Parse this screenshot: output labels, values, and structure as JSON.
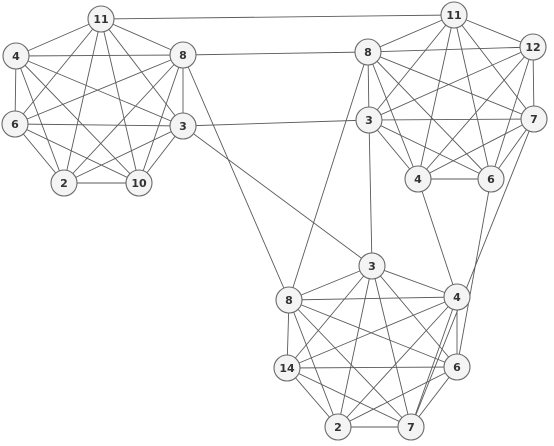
{
  "graph": {
    "nodes": [
      {
        "id": "a11",
        "label": "11"
      },
      {
        "id": "a4",
        "label": "4"
      },
      {
        "id": "a8",
        "label": "8"
      },
      {
        "id": "a6",
        "label": "6"
      },
      {
        "id": "a3",
        "label": "3"
      },
      {
        "id": "a2",
        "label": "2"
      },
      {
        "id": "a10",
        "label": "10"
      },
      {
        "id": "b11",
        "label": "11"
      },
      {
        "id": "b8",
        "label": "8"
      },
      {
        "id": "b12",
        "label": "12"
      },
      {
        "id": "b3",
        "label": "3"
      },
      {
        "id": "b7",
        "label": "7"
      },
      {
        "id": "b4",
        "label": "4"
      },
      {
        "id": "b6",
        "label": "6"
      },
      {
        "id": "c3",
        "label": "3"
      },
      {
        "id": "c8",
        "label": "8"
      },
      {
        "id": "c4",
        "label": "4"
      },
      {
        "id": "c14",
        "label": "14"
      },
      {
        "id": "c6",
        "label": "6"
      },
      {
        "id": "c2",
        "label": "2"
      },
      {
        "id": "c7",
        "label": "7"
      }
    ],
    "cliques": [
      [
        "a11",
        "a4",
        "a8",
        "a6",
        "a3",
        "a2",
        "a10"
      ],
      [
        "b11",
        "b8",
        "b12",
        "b3",
        "b7",
        "b4",
        "b6"
      ],
      [
        "c3",
        "c8",
        "c4",
        "c14",
        "c6",
        "c2",
        "c7"
      ]
    ],
    "bridges": [
      [
        "a11",
        "b11"
      ],
      [
        "a8",
        "b8"
      ],
      [
        "a3",
        "b3"
      ],
      [
        "a8",
        "c8"
      ],
      [
        "b8",
        "c8"
      ],
      [
        "a3",
        "c3"
      ],
      [
        "b3",
        "c3"
      ],
      [
        "b4",
        "c4"
      ],
      [
        "b6",
        "c6"
      ],
      [
        "b7",
        "c7"
      ]
    ]
  }
}
